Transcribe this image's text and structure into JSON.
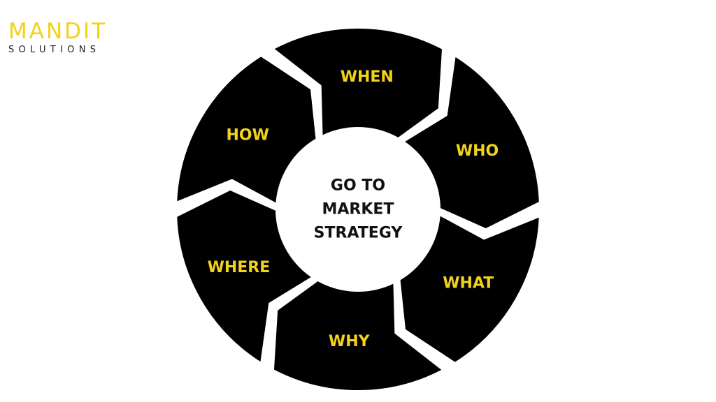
{
  "logo": {
    "name": "MANDIT",
    "tagline": "SOLUTIONS"
  },
  "diagram": {
    "center": {
      "lines": [
        "GO TO",
        "MARKET",
        "STRATEGY"
      ]
    },
    "segments": [
      {
        "label": "WHO"
      },
      {
        "label": "WHAT"
      },
      {
        "label": "WHY"
      },
      {
        "label": "WHERE"
      },
      {
        "label": "HOW"
      },
      {
        "label": "WHEN"
      }
    ]
  },
  "colors": {
    "background": "#FFFFFF",
    "segment_fill": "#000000",
    "segment_label": "#F2D21B",
    "center_fill": "#FFFFFF",
    "center_text": "#111111",
    "logo_accent": "#F2D21B",
    "logo_text": "#222222"
  }
}
